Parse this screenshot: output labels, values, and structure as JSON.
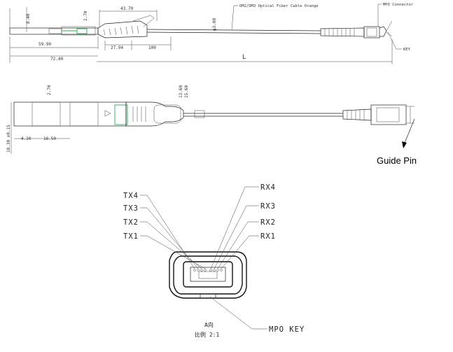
{
  "side_view": {
    "cable_note": "OM2/OM3 Optical Fiber Cable  Orange",
    "connector_note": "MPO Connector",
    "key_note": "KEY",
    "dims": {
      "height_left": "8.40",
      "tab": "2.70",
      "span_top": "43.70",
      "cable_dia": "φ3.00",
      "body": "59.90",
      "overall": "72.40",
      "boot": "27.94",
      "boot2": "100",
      "length": "L"
    }
  },
  "top_view": {
    "guide_pin_label": "Guide Pin",
    "dims": {
      "tab": "2.70",
      "right_a": "13.60",
      "right_b": "15.60",
      "height": "18.30 ±0.15",
      "left_a": "4.20",
      "left_b": "16.50"
    }
  },
  "end_view": {
    "tx_labels": [
      "TX4",
      "TX3",
      "TX2",
      "TX1"
    ],
    "rx_labels": [
      "RX4",
      "RX3",
      "RX2",
      "RX1"
    ],
    "mpo_key_label": "MPO KEY",
    "caption_view": "A向",
    "caption_scale": "比例 2:1"
  }
}
